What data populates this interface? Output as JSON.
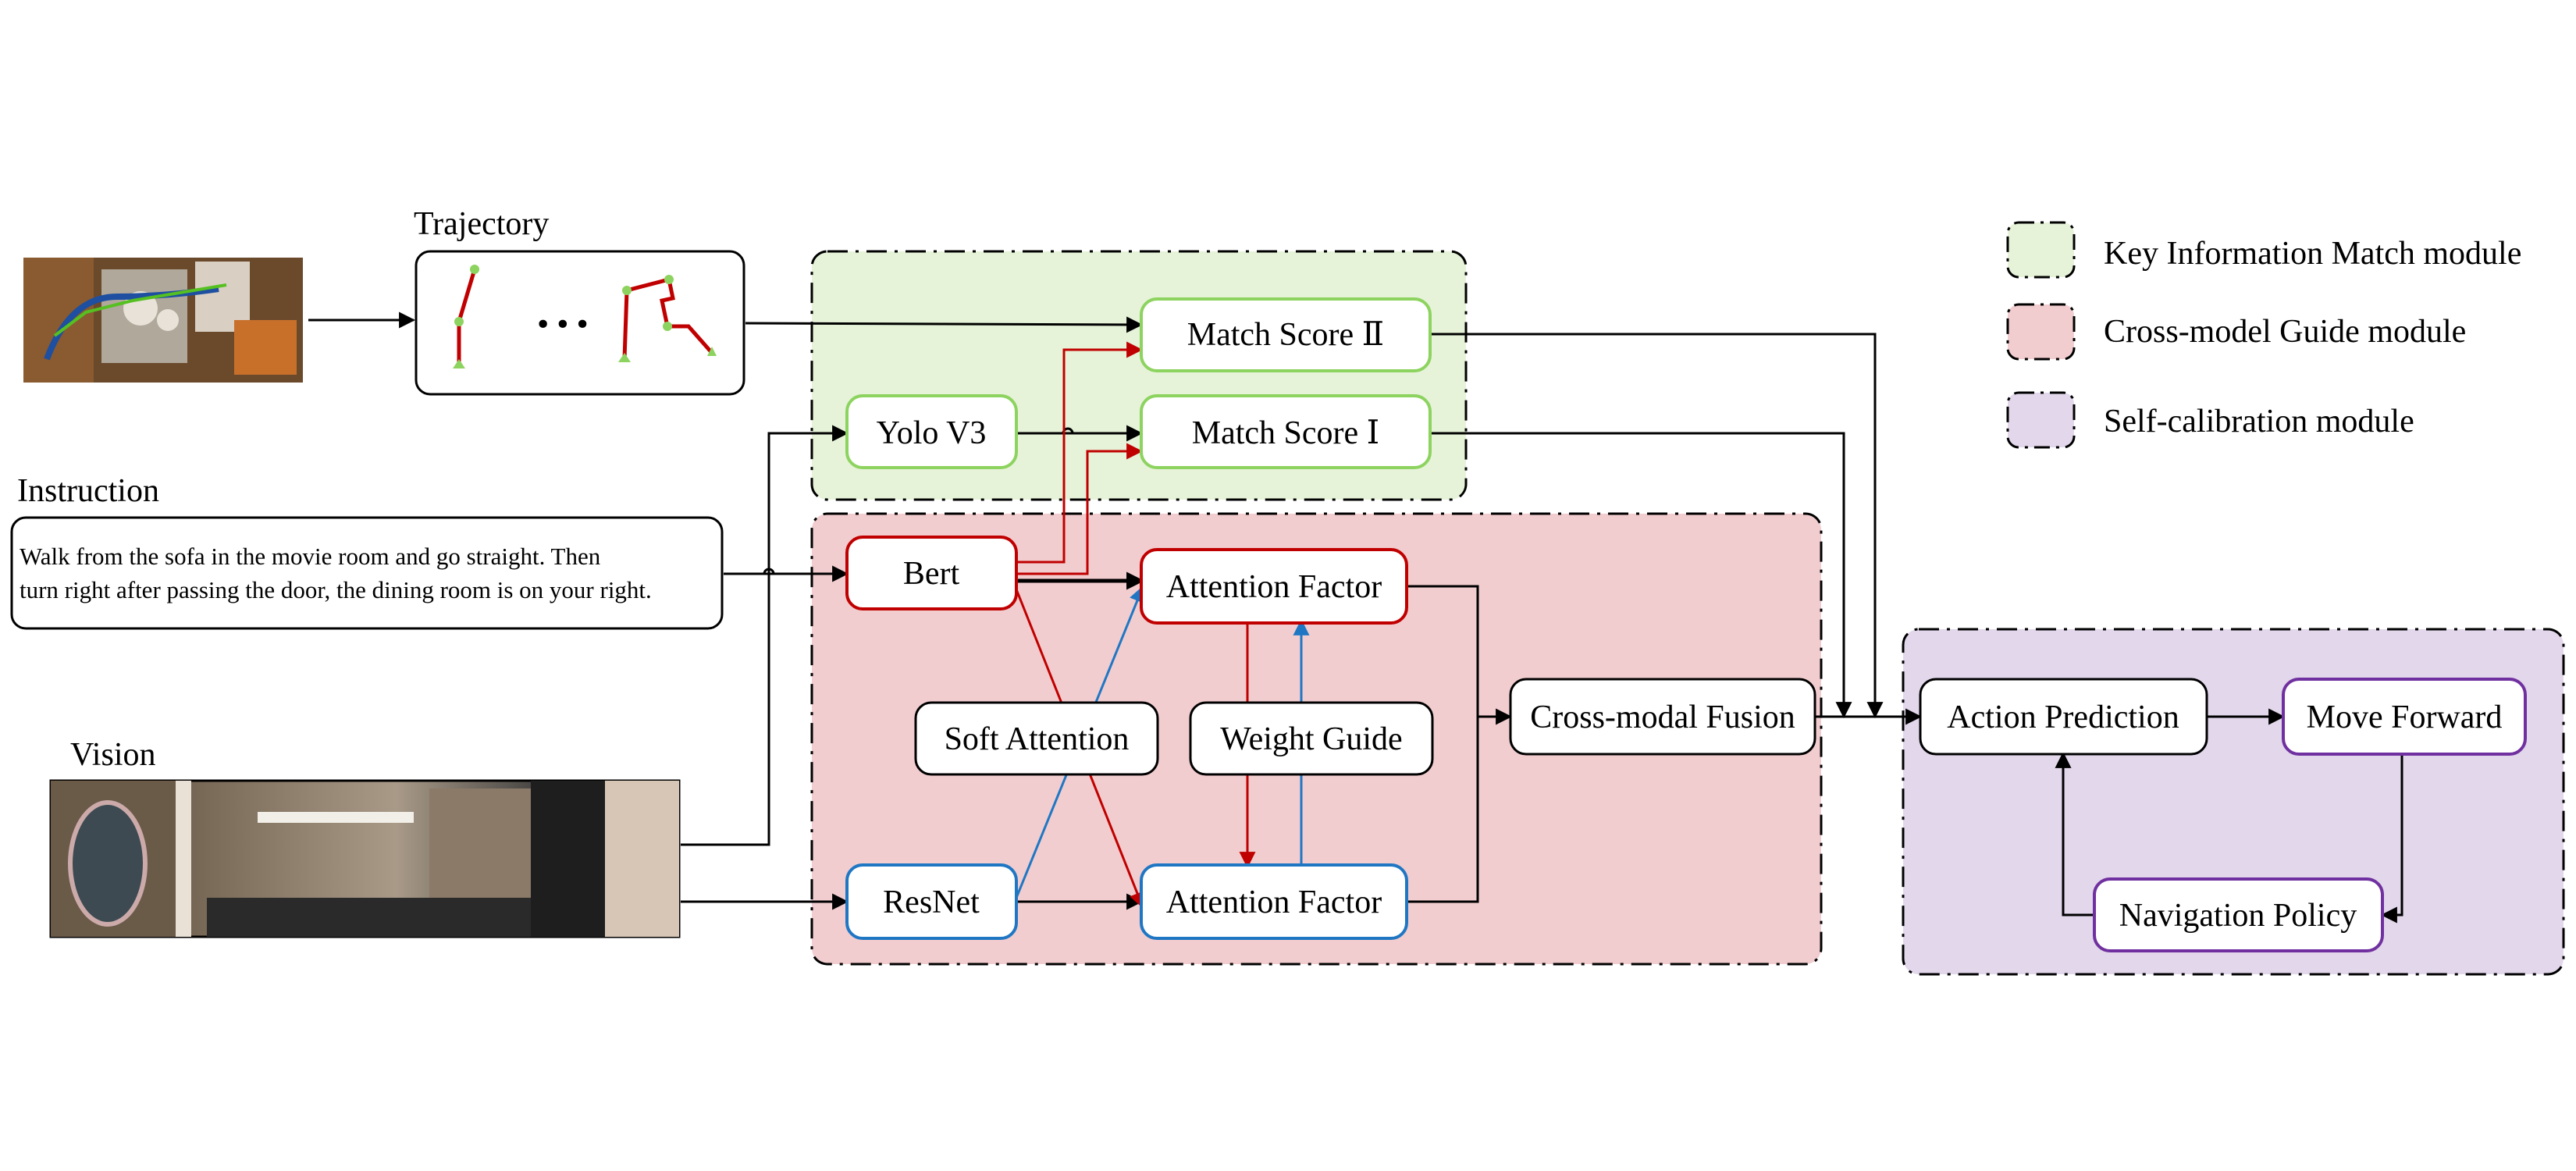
{
  "colors": {
    "green_fill": "#e6f3d9",
    "green_stroke": "#8dd35f",
    "red_fill": "#f2cdcf",
    "red_stroke": "#c00000",
    "purple_fill": "#e2d7eb",
    "purple_stroke": "#7030a0",
    "blue_stroke": "#1f77c4"
  },
  "sections": {
    "trajectory": "Trajectory",
    "ellipsis": "•••",
    "instruction": "Instruction",
    "vision": "Vision"
  },
  "instruction_text": {
    "line1": "Walk from the sofa in the  movie room and go straight. Then",
    "line2": "turn right after passing the door, the dining room is on your right."
  },
  "nodes": {
    "match_score_2": "Match Score Ⅱ",
    "match_score_1": "Match Score Ⅰ",
    "yolo": "Yolo V3",
    "bert": "Bert",
    "attention_factor_top": "Attention Factor",
    "attention_factor_bottom": "Attention Factor",
    "soft_attention": "Soft Attention",
    "weight_guide": "Weight Guide",
    "resnet": "ResNet",
    "cross_modal_fusion": "Cross-modal Fusion",
    "action_prediction": "Action Prediction",
    "move_forward": "Move Forward",
    "navigation_policy": "Navigation Policy"
  },
  "legend": [
    {
      "label": "Key Information Match module",
      "color": "#e6f3d9"
    },
    {
      "label": "Cross-model Guide module",
      "color": "#f2cdcf"
    },
    {
      "label": "Self-calibration module",
      "color": "#e2d7eb"
    }
  ]
}
